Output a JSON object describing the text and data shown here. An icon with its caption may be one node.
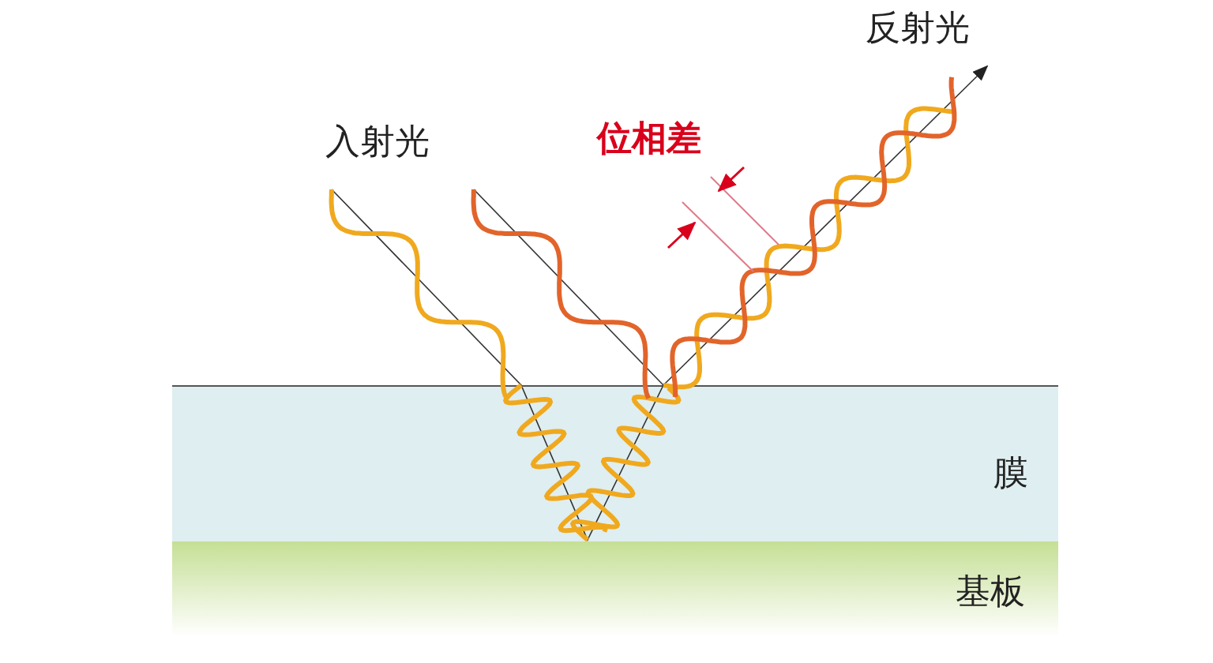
{
  "diagram": {
    "nodes": [
      {
        "text": [
          "膜"
        ]
      },
      {
        "text": [
          "基板"
        ]
      }
    ],
    "labels": [
      "入射光",
      "位相差",
      "反射光"
    ]
  }
}
